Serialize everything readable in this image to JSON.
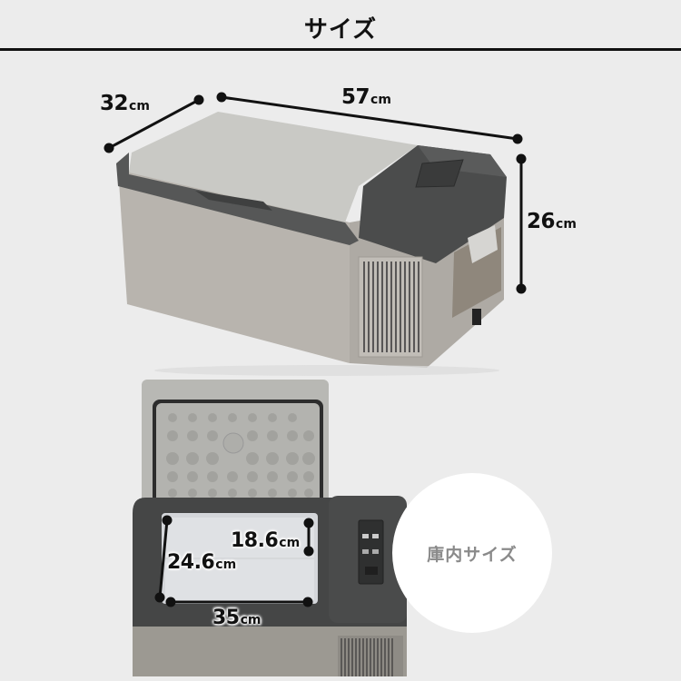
{
  "header": {
    "title": "サイズ"
  },
  "external_dimensions": {
    "depth": {
      "value": "32",
      "unit": "cm"
    },
    "width": {
      "value": "57",
      "unit": "cm"
    },
    "height": {
      "value": "26",
      "unit": "cm"
    }
  },
  "internal_dimensions": {
    "badge_label": "庫内サイズ",
    "depth": {
      "value": "24.6",
      "unit": "cm"
    },
    "height": {
      "value": "18.6",
      "unit": "cm"
    },
    "width": {
      "value": "35",
      "unit": "cm"
    }
  },
  "colors": {
    "background": "#ececec",
    "body_gray": "#b7b3ad",
    "lid_light": "#c8c8c4",
    "dark_cap": "#4a4b4b",
    "dimension_line": "#111111",
    "badge_text": "#8a8a8a"
  }
}
